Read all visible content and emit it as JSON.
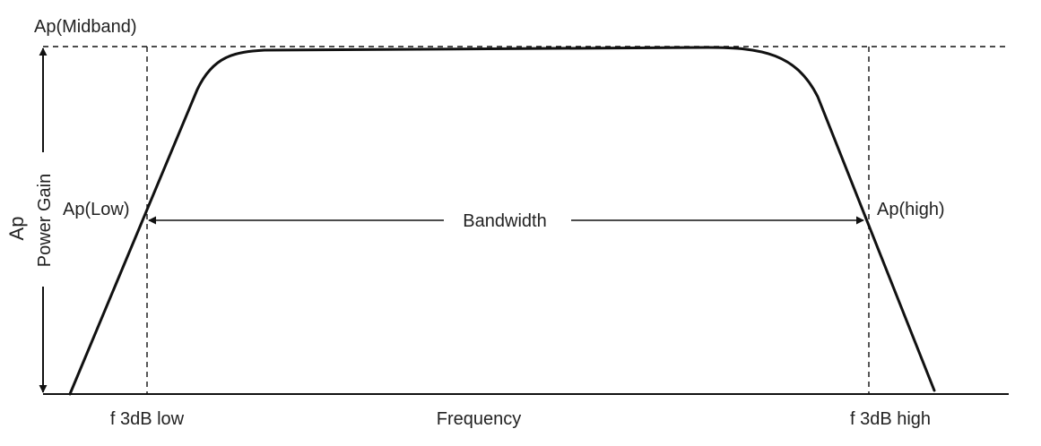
{
  "diagram": {
    "labels": {
      "midband": "Ap(Midband)",
      "ap_low": "Ap(Low)",
      "ap_high": "Ap(high)",
      "bandwidth": "Bandwidth",
      "f3db_low": "f 3dB low",
      "f3db_high": "f 3dB high",
      "frequency": "Frequency",
      "y_axis_symbol": "Ap",
      "y_axis_title": "Power Gain"
    },
    "colors": {
      "stroke": "#111111",
      "text": "#222222",
      "background": "#ffffff"
    }
  }
}
